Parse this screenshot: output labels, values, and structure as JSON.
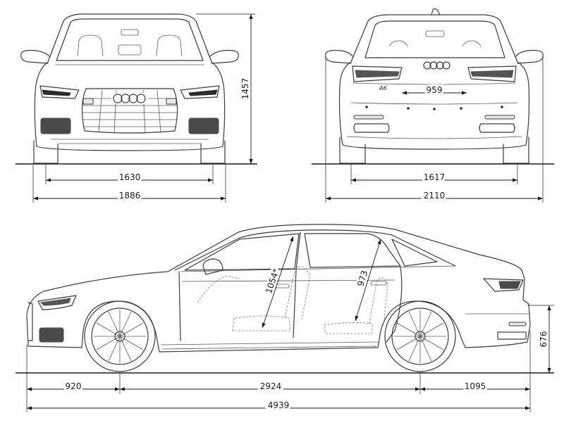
{
  "dimensions": {
    "front_track": "1630",
    "front_width": "1886",
    "height": "1457",
    "rear_track": "1617",
    "width_mirrors": "2110",
    "boot_opening": "959",
    "front_overhang": "920",
    "wheelbase": "2924",
    "rear_overhang": "1095",
    "length": "4939",
    "front_headroom": "1054*",
    "rear_headroom": "973",
    "rear_sill_height": "676"
  },
  "icons": {
    "front_logo": "four-rings-logo",
    "rear_logo": "four-rings-logo"
  }
}
